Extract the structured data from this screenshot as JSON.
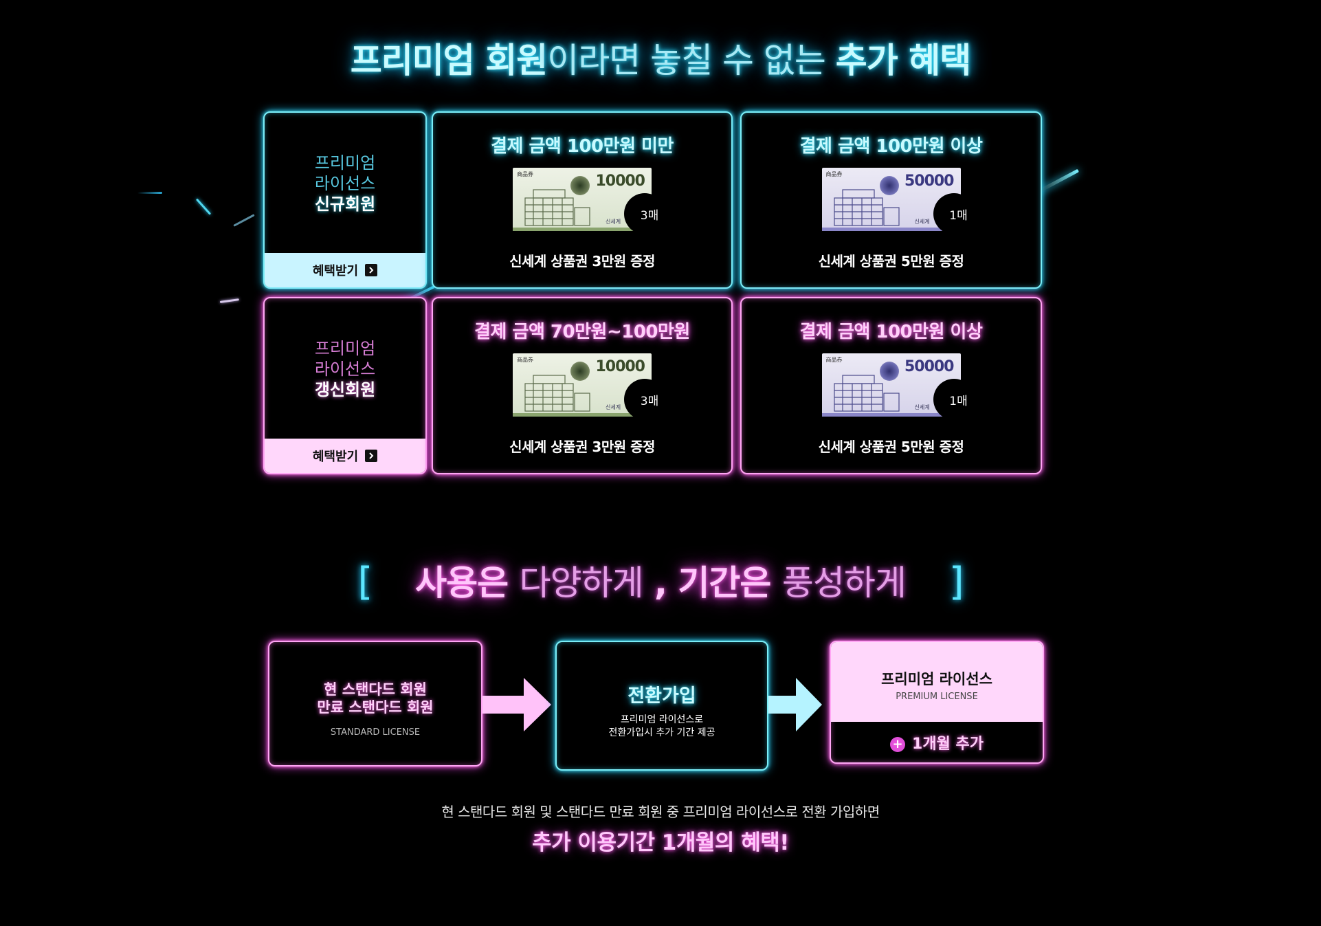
{
  "headline": {
    "part1": "프리미엄 회원",
    "part2": "이라면 놓칠 수 없는 ",
    "part3": "추가 혜택"
  },
  "benefits": {
    "new_member": {
      "line1": "프리미엄",
      "line2": "라이선스",
      "line3": "신규회원",
      "button": "혜택받기"
    },
    "renewal_member": {
      "line1": "프리미엄",
      "line2": "라이선스",
      "line3": "갱신회원",
      "button": "혜택받기"
    },
    "cards": [
      {
        "title": "결제 금액 100만원 미만",
        "amount": "10000",
        "count": "3매",
        "desc": "신세계 상품권 3만원 증정"
      },
      {
        "title": "결제 금액 100만원 이상",
        "amount": "50000",
        "count": "1매",
        "desc": "신세계 상품권 5만원 증정"
      },
      {
        "title": "결제 금액 70만원~100만원",
        "amount": "10000",
        "count": "3매",
        "desc": "신세계 상품권 3만원 증정"
      },
      {
        "title": "결제 금액 100만원 이상",
        "amount": "50000",
        "count": "1매",
        "desc": "신세계 상품권 5만원 증정"
      }
    ],
    "voucher_header": "商品券",
    "voucher_brand": "신세계"
  },
  "section2": {
    "bracket_open": "[",
    "bracket_close": "]",
    "w1": "사용은",
    "w2": "다양하게",
    "comma": ",",
    "w3": "기간은",
    "w4": "풍성하게"
  },
  "flow": {
    "step1": {
      "line1": "현 스탠다드 회원",
      "line2": "만료 스탠다드 회원",
      "sub": "STANDARD LICENSE"
    },
    "step2": {
      "title": "전환가입",
      "line1": "프리미엄 라이선스로",
      "line2": "전환가입시 추가 기간 제공"
    },
    "step3": {
      "title": "프리미엄 라이선스",
      "sub": "PREMIUM LICENSE",
      "bonus": "1개월 추가",
      "plus": "+"
    }
  },
  "footer": {
    "line1": "현 스탠다드 회원 및 스탠다드 만료 회원 중 프리미엄 라이선스로 전환 가입하면",
    "line2": "추가 이용기간 1개월의 혜택!"
  },
  "colors": {
    "cyan": "#7beef8",
    "pink": "#ffa6f4",
    "cyan_button": "#c9f4ff",
    "pink_button": "#ffd7fb"
  }
}
